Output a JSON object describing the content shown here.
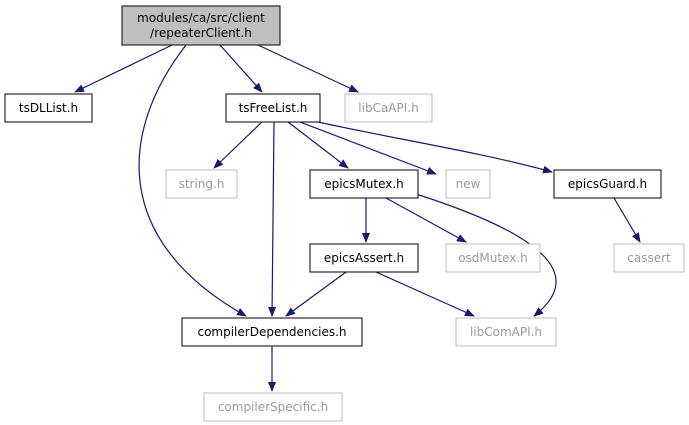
{
  "colors": {
    "edge": "#191970",
    "root_fill": "#bfbfbf",
    "box_border": "#000000",
    "external_border": "#bfbfbf",
    "external_text": "#9a9a9a"
  },
  "nodes": [
    {
      "id": "root",
      "label_lines": [
        "modules/ca/src/client",
        "/repeaterClient.h"
      ],
      "kind": "root"
    },
    {
      "id": "tsDLList",
      "label_lines": [
        "tsDLList.h"
      ],
      "kind": "local"
    },
    {
      "id": "tsFreeList",
      "label_lines": [
        "tsFreeList.h"
      ],
      "kind": "local"
    },
    {
      "id": "libCaAPI",
      "label_lines": [
        "libCaAPI.h"
      ],
      "kind": "external"
    },
    {
      "id": "string",
      "label_lines": [
        "string.h"
      ],
      "kind": "external"
    },
    {
      "id": "epicsMutex",
      "label_lines": [
        "epicsMutex.h"
      ],
      "kind": "local"
    },
    {
      "id": "new",
      "label_lines": [
        "new"
      ],
      "kind": "external"
    },
    {
      "id": "epicsGuard",
      "label_lines": [
        "epicsGuard.h"
      ],
      "kind": "local"
    },
    {
      "id": "epicsAssert",
      "label_lines": [
        "epicsAssert.h"
      ],
      "kind": "local"
    },
    {
      "id": "osdMutex",
      "label_lines": [
        "osdMutex.h"
      ],
      "kind": "external"
    },
    {
      "id": "cassert",
      "label_lines": [
        "cassert"
      ],
      "kind": "external"
    },
    {
      "id": "compilerDependencies",
      "label_lines": [
        "compilerDependencies.h"
      ],
      "kind": "local"
    },
    {
      "id": "libComAPI",
      "label_lines": [
        "libComAPI.h"
      ],
      "kind": "external"
    },
    {
      "id": "compilerSpecific",
      "label_lines": [
        "compilerSpecific.h"
      ],
      "kind": "external"
    }
  ],
  "edges": [
    {
      "from": "root",
      "to": "tsDLList"
    },
    {
      "from": "root",
      "to": "tsFreeList"
    },
    {
      "from": "root",
      "to": "libCaAPI"
    },
    {
      "from": "root",
      "to": "compilerDependencies"
    },
    {
      "from": "tsFreeList",
      "to": "string"
    },
    {
      "from": "tsFreeList",
      "to": "compilerDependencies"
    },
    {
      "from": "tsFreeList",
      "to": "epicsMutex"
    },
    {
      "from": "tsFreeList",
      "to": "new"
    },
    {
      "from": "tsFreeList",
      "to": "epicsGuard"
    },
    {
      "from": "epicsMutex",
      "to": "epicsAssert"
    },
    {
      "from": "epicsMutex",
      "to": "osdMutex"
    },
    {
      "from": "epicsMutex",
      "to": "libComAPI"
    },
    {
      "from": "epicsGuard",
      "to": "cassert"
    },
    {
      "from": "epicsAssert",
      "to": "compilerDependencies"
    },
    {
      "from": "epicsAssert",
      "to": "libComAPI"
    },
    {
      "from": "compilerDependencies",
      "to": "compilerSpecific"
    }
  ]
}
